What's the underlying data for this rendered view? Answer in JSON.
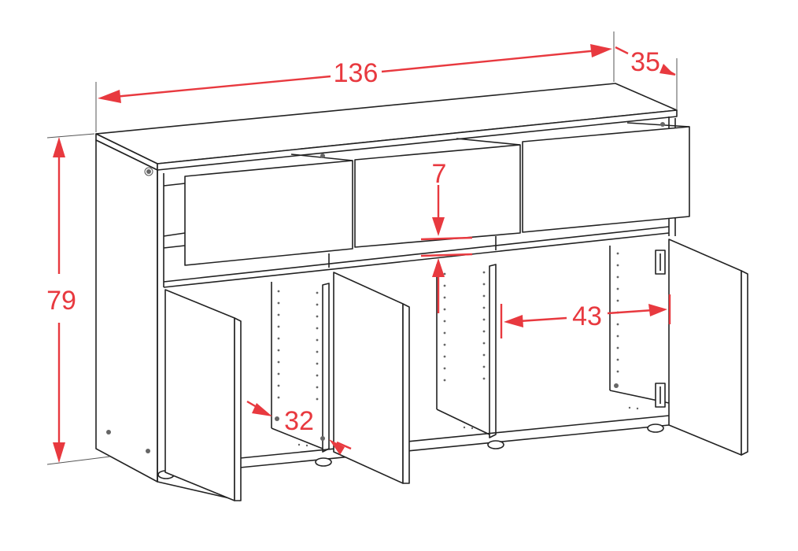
{
  "dimensions": {
    "width": "136",
    "depth": "35",
    "height": "79",
    "drawer_gap": "7",
    "door_thickness": "32",
    "inner_width": "43"
  },
  "colors": {
    "dimension": "#e8393f",
    "outline": "#222222",
    "background": "#ffffff"
  }
}
